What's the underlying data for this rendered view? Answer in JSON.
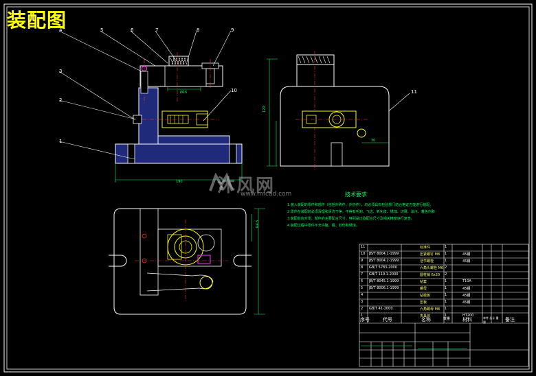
{
  "title": "装配图",
  "watermark": {
    "brand": "沐风网",
    "url": "www.mfcad.com"
  },
  "tech_requirements": {
    "title": "技术要求",
    "notes": [
      "1.装入装配的零件和部件（包括外购件、外协件），均必须具有检验部门的合格证方能进行装配。",
      "2.零件在装配前必须清理和清洗干净，不得有毛刺、飞边、氧化皮、锈蚀、切屑、油污、着色剂和灰尘等。",
      "3.装配前应对零、部件的主要配合尺寸，特别是过盈配合尺寸及相关精度进行复查。",
      "4.装配过程中零件不允许磕、碰、划伤和锈蚀。"
    ]
  },
  "balloons": [
    "1",
    "2",
    "3",
    "4",
    "5",
    "6",
    "7",
    "8",
    "9",
    "10",
    "11"
  ],
  "bom": {
    "rows": [
      {
        "no": "11",
        "code": "",
        "name": "标准件",
        "qty": "1",
        "material": "",
        "note": ""
      },
      {
        "no": "10",
        "code": "JB/T 8004.1-1999",
        "name": "压紧螺钉 M8",
        "qty": "1",
        "material": "45钢",
        "note": ""
      },
      {
        "no": "9",
        "code": "JB/T 8004.2-1999",
        "name": "活节螺栓",
        "qty": "1",
        "material": "45钢",
        "note": ""
      },
      {
        "no": "8",
        "code": "GB/T 5783-2000",
        "name": "六角头螺栓 M6",
        "qty": "2",
        "material": "",
        "note": ""
      },
      {
        "no": "7",
        "code": "GB/T 119.1-2000",
        "name": "圆柱销 6x20",
        "qty": "2",
        "material": "",
        "note": ""
      },
      {
        "no": "6",
        "code": "JB/T 8045.1-1999",
        "name": "钻套",
        "qty": "1",
        "material": "T10A",
        "note": ""
      },
      {
        "no": "5",
        "code": "JB/T 8006.1-1999",
        "name": "螺母",
        "qty": "1",
        "material": "45钢",
        "note": ""
      },
      {
        "no": "4",
        "code": "",
        "name": "钻模板",
        "qty": "1",
        "material": "45钢",
        "note": ""
      },
      {
        "no": "3",
        "code": "",
        "name": "压板",
        "qty": "1",
        "material": "45钢",
        "note": ""
      },
      {
        "no": "2",
        "code": "GB/T 41-2000",
        "name": "六角螺母 M8",
        "qty": "1",
        "material": "",
        "note": ""
      },
      {
        "no": "1",
        "code": "",
        "name": "夹具体",
        "qty": "1",
        "material": "HT200",
        "note": ""
      }
    ],
    "header": {
      "no": "序号",
      "code": "代号",
      "name": "名称",
      "qty": "数量",
      "material": "材料",
      "weight": "单件 总计 重量",
      "note": "备注"
    }
  }
}
